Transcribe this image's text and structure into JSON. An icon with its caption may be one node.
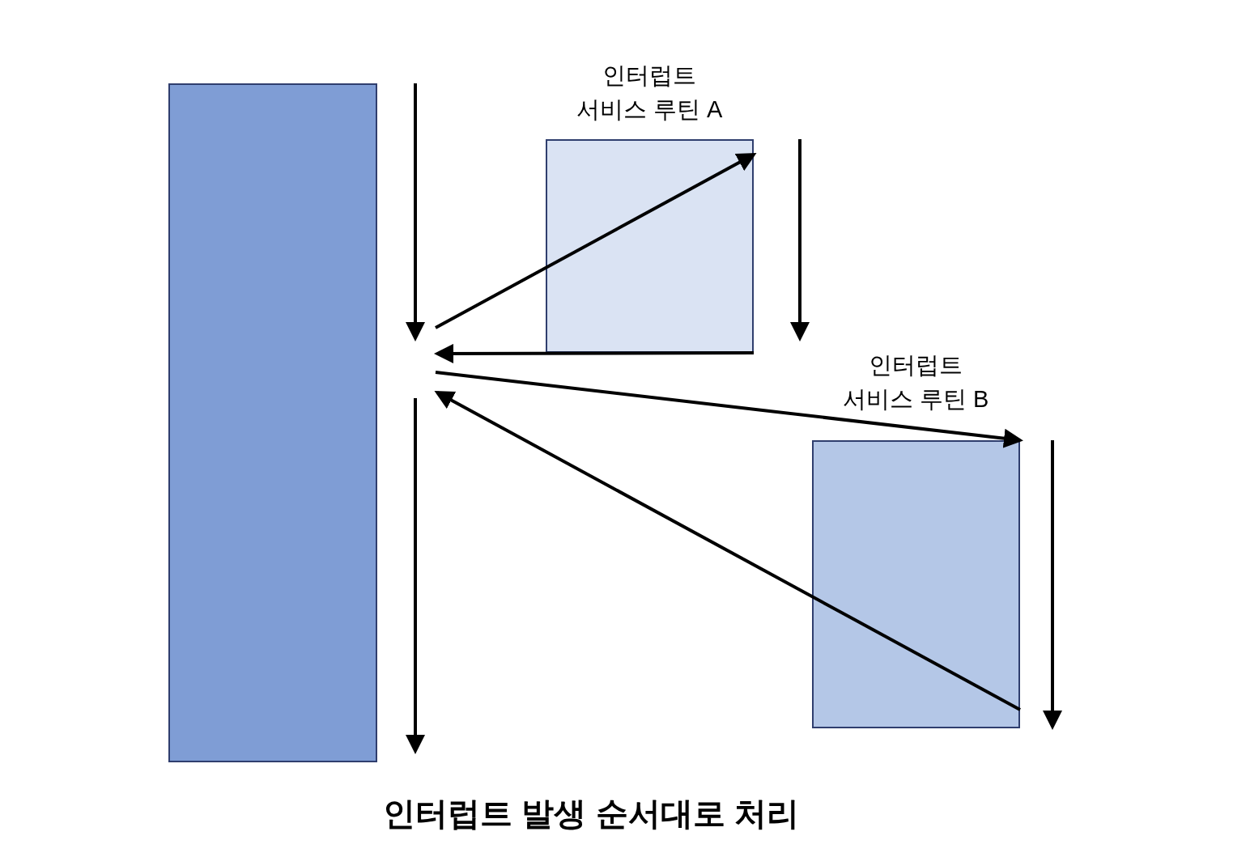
{
  "diagram": {
    "caption": "인터럽트 발생 순서대로 처리",
    "nodes": [
      {
        "text": [],
        "shape": "box"
      },
      {
        "text": [
          "인터럽트 서비스 루틴 A"
        ]
      },
      {
        "text": [
          "인터럽트 서비스 루틴 B"
        ]
      }
    ],
    "edges": [
      {
        "from": null,
        "to": 1,
        "arrow": "to"
      },
      {
        "from": 1,
        "to": null,
        "arrow": "to"
      },
      {
        "from": null,
        "to": 2,
        "arrow": "to"
      },
      {
        "from": 2,
        "to": null,
        "arrow": "to"
      }
    ]
  }
}
